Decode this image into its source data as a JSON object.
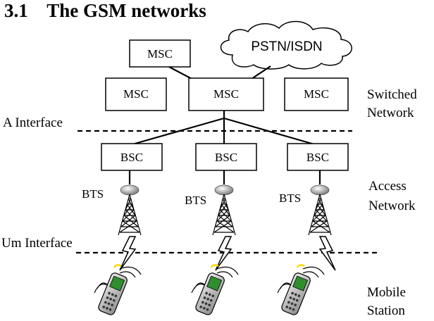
{
  "title": "3.1    The GSM networks",
  "msc_nodes": [
    "MSC",
    "MSC",
    "MSC",
    "MSC"
  ],
  "cloud_label": "PSTN/ISDN",
  "bsc_nodes": [
    "BSC",
    "BSC",
    "BSC"
  ],
  "bts_labels": [
    "BTS",
    "BTS",
    "BTS"
  ],
  "interfaces": {
    "a": "A Interface",
    "um": "Um Interface"
  },
  "sections": {
    "switched": [
      "Switched",
      "Network"
    ],
    "access": [
      "Access",
      "Network"
    ],
    "mobile": [
      "Mobile",
      "Station"
    ]
  },
  "colors": {
    "phone_screen": "#2f8f2f",
    "phone_body": "#b9b9b9",
    "antenna_ball": "#999999",
    "signal": "#ffd800"
  }
}
